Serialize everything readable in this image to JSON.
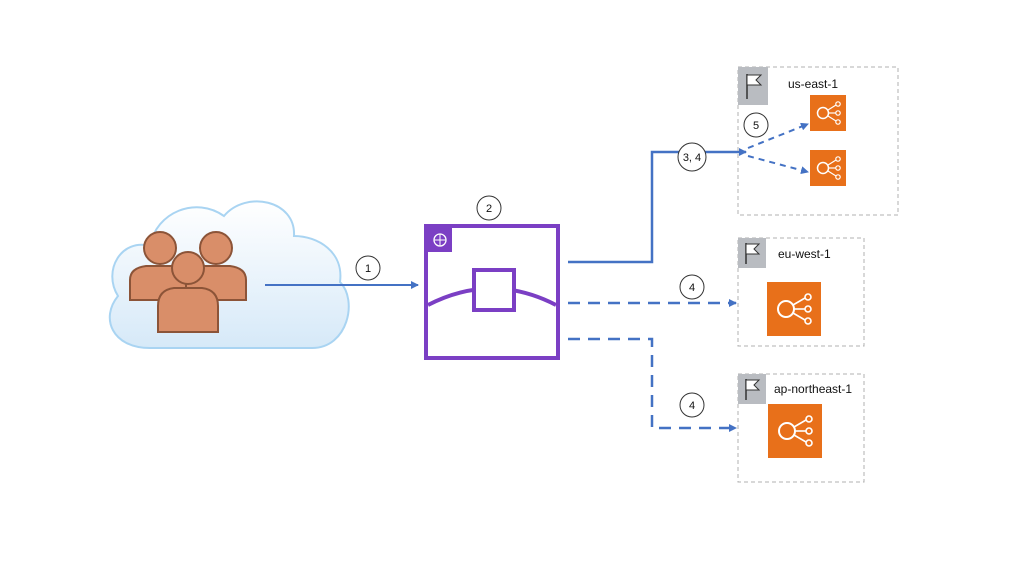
{
  "steps": {
    "s1": "1",
    "s2": "2",
    "s3": "3, 4",
    "s4a": "4",
    "s4b": "4",
    "s5": "5"
  },
  "regions": {
    "us_east": "us-east-1",
    "eu_west": "eu-west-1",
    "ap_northeast": "ap-northeast-1"
  },
  "colors": {
    "arrow": "#4472C4",
    "accelerator": "#7B3FC4",
    "elb": "#E8701A",
    "flag_bg": "#B9BCC1",
    "cloud_stroke": "#A9D4F2",
    "users": "#D98E69"
  },
  "icons": {
    "users": "users-group-icon",
    "cloud": "cloud-icon",
    "accelerator": "global-accelerator-icon",
    "region_flag": "region-flag-icon",
    "load_balancer": "elastic-load-balancer-icon"
  }
}
